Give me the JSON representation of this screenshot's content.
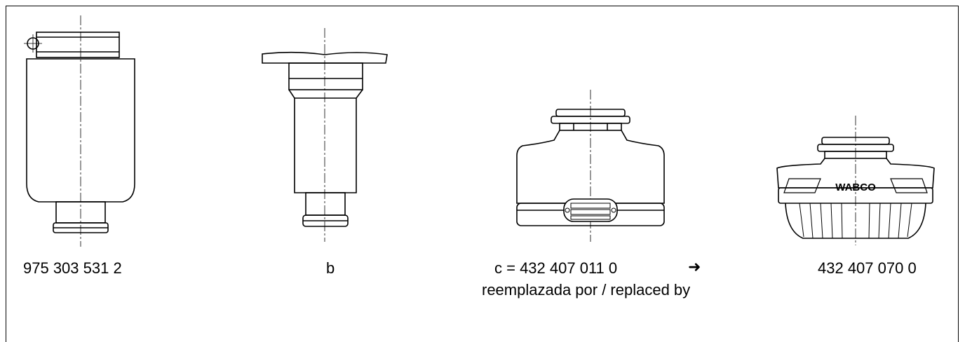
{
  "items": [
    {
      "label": "975 303 531 2"
    },
    {
      "label": "b"
    },
    {
      "label": "c = 432 407 011 0",
      "note": "reemplazada por / replaced by"
    },
    {
      "label": "432 407 070 0",
      "brand": "WABCO"
    }
  ],
  "arrow": "➜",
  "colors": {
    "stroke": "#000000",
    "background": "#ffffff"
  }
}
